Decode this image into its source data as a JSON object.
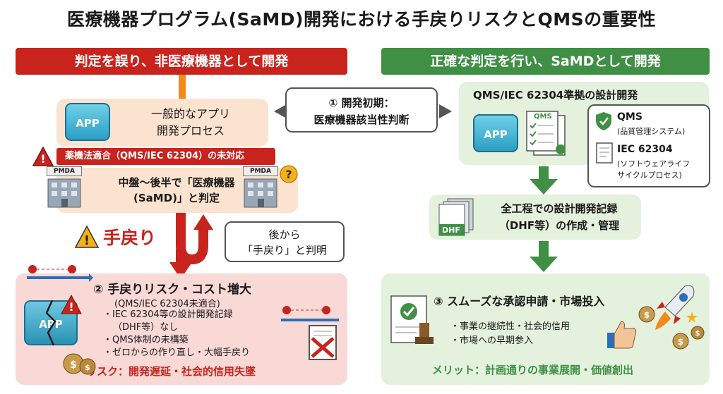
{
  "title": "医療機器プログラム(SaMD)開発における手戻りリスクとQMSの重要性",
  "left": {
    "banner": "判定を誤り、非医療機器として開発",
    "app_label": "APP",
    "general_app_line1": "一般的なアプリ",
    "general_app_line2": "開発プロセス",
    "warning_strip": "薬機法適合（QMS/IEC 62304）の未対応",
    "pmda_label": "PMDA",
    "judgement_line1": "中盤〜後半で「医療機器",
    "judgement_line2": "(SaMD)」と判定",
    "rework_label": "手戻り",
    "later_line1": "後から",
    "later_line2": "「手戻り」と判明",
    "risk_title": "② 手戻りリスク・コスト増大",
    "risk_sub": "(QMS/IEC 62304未適合)",
    "risk_items": [
      "・IEC 62304等の設計開発記録",
      "（DHF等）なし",
      "・QMS体制の未構築",
      "・ゼロからの作り直し・大幅手戻り"
    ],
    "risk_footer": "リスク：開発遅延・社会的信用失墜"
  },
  "center": {
    "step_line1": "① 開発初期：",
    "step_line2": "医療機器該当性判断"
  },
  "right": {
    "banner": "正確な判定を行い、SaMDとして開発",
    "design_title": "QMS/IEC 62304準拠の設計開発",
    "app_label": "APP",
    "doc_label": "QMS",
    "qms_name": "QMS",
    "qms_desc": "(品質管理システム)",
    "iec_name": "IEC 62304",
    "iec_desc1": "(ソフトウェアライフ",
    "iec_desc2": "サイクルプロセス)",
    "dhf_label": "DHF",
    "record_line1": "全工程での設計開発記録",
    "record_line2": "（DHF等）の作成・管理",
    "approval_title": "③ スムーズな承認申請・市場投入",
    "approval_items": [
      "・事業の継続性・社会的信用",
      "・市場への早期参入"
    ],
    "merit_footer": "メリット：計画通りの事業展開・価値創出"
  },
  "colors": {
    "red": "#c8231d",
    "green": "#3f8f44",
    "orange": "#f08a1c",
    "peach": "#fbe3cf",
    "pink": "#f8d9d6",
    "light_green": "#e3f1dd"
  }
}
